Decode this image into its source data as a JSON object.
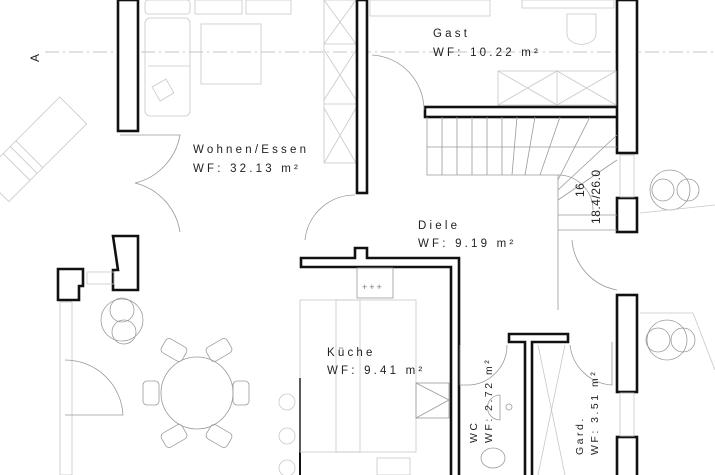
{
  "section_marker": "A",
  "rooms": {
    "wohnen": {
      "name": "Wohnen/Essen",
      "area": "WF: 32.13 m²"
    },
    "gast": {
      "name": "Gast",
      "area": "WF: 10.22 m²"
    },
    "diele": {
      "name": "Diele",
      "area": "WF: 9.19 m²"
    },
    "kueche": {
      "name": "Küche",
      "area": "WF: 9.41 m²"
    },
    "wc": {
      "name": "WC",
      "area": "WF: 2.72 m²"
    },
    "gard": {
      "name": "Gard.",
      "area": "WF: 3.51 m²"
    }
  },
  "stair": {
    "steps": "16",
    "dimensions": "18.4/26.0"
  }
}
